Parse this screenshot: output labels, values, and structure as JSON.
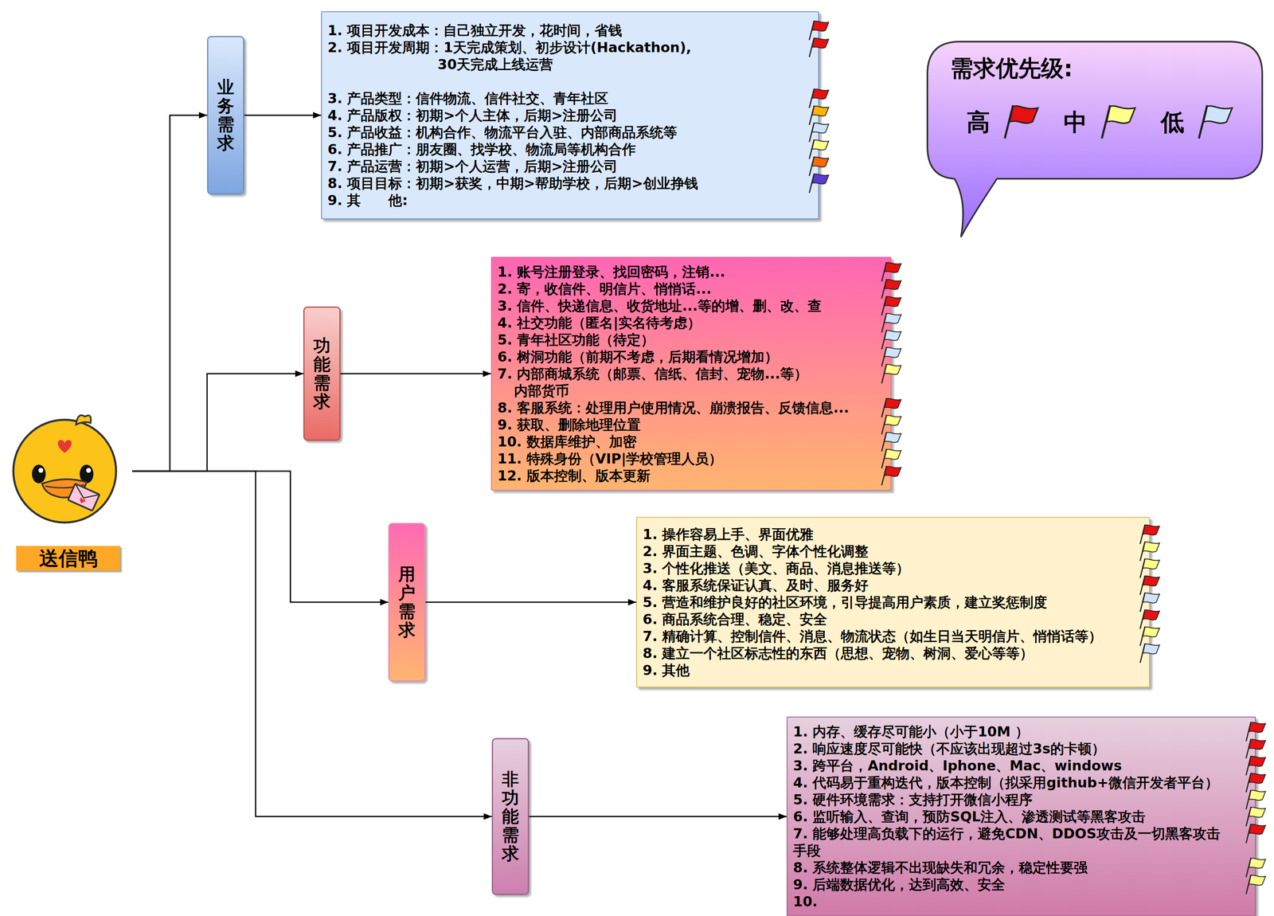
{
  "diagram": {
    "nodes": [
      {
        "text": [
          "送信鸭"
        ]
      },
      {
        "text": [
          "业务需求"
        ]
      },
      {
        "text": [
          "1. 项目开发成本：自己独立开发，花时间，省钱",
          "2. 项目开发周期：1天完成策划、初步设计(Hackathon), 30天完成上线运营",
          "3. 产品类型：信件物流、信件社交、青年社区",
          "4. 产品版权：初期>个人主体，后期>注册公司",
          "5. 产品收益：机构合作、物流平台入驻、内部商品系统等",
          "6. 产品推广：朋友圈、找学校、物流局等机构合作",
          "7. 产品运营：初期>个人运营，后期>注册公司",
          "8. 项目目标：初期>获奖，中期>帮助学校，后期>创业挣钱",
          "9. 其　　他:"
        ]
      },
      {
        "text": [
          "功能需求"
        ]
      },
      {
        "text": [
          "1. 账号注册登录、找回密码，注销...",
          "2. 寄，收信件、明信片、悄悄话...",
          "3. 信件、快递信息、收货地址...等的增、删、改、查",
          "4. 社交功能（匿名|实名待考虑）",
          "5. 青年社区功能（待定）",
          "6. 树洞功能（前期不考虑，后期看情况增加）",
          "7. 内部商城系统（邮票、信纸、信封、宠物...等） 内部货币",
          "8. 客服系统：处理用户使用情况、崩溃报告、反馈信息...",
          "9. 获取、删除地理位置",
          "10. 数据库维护、加密",
          "11. 特殊身份（VIP|学校管理人员）",
          "12. 版本控制、版本更新"
        ]
      },
      {
        "text": [
          "用户需求"
        ]
      },
      {
        "text": [
          "1. 操作容易上手、界面优雅",
          "2. 界面主题、色调、字体个性化调整",
          "3. 个性化推送（美文、商品、消息推送等）",
          "4. 客服系统保证认真、及时、服务好",
          "5. 营造和维护良好的社区环境，引导提高用户素质，建立奖惩制度",
          "6. 商品系统合理、稳定、安全",
          "7. 精确计算、控制信件、消息、物流状态（如生日当天明信片、悄悄话等）",
          "8. 建立一个社区标志性的东西（思想、宠物、树洞、爱心等等）",
          "9. 其他"
        ]
      },
      {
        "text": [
          "非功能需求"
        ]
      },
      {
        "text": [
          "1. 内存、缓存尽可能小（小于10M ）",
          "2. 响应速度尽可能快（不应该出现超过3s的卡顿）",
          "3. 跨平台，Android、Iphone、Mac、windows",
          "4. 代码易于重构迭代，版本控制（拟采用github+微信开发者平台）",
          "5. 硬件环境需求：支持打开微信小程序",
          "6. 监听输入、查询，预防SQL注入、渗透测试等黑客攻击",
          "7. 能够处理高负载下的运行，避免CDN、DDOS攻击及一切黑客攻击 手段",
          "8. 系统整体逻辑不出现缺失和冗余，稳定性要强",
          "9. 后端数据优化，达到高效、安全",
          "10."
        ]
      },
      {
        "text": [
          "需求优先级:"
        ]
      }
    ],
    "edges": [
      {
        "from": 0,
        "to": 1,
        "arrow": "to"
      },
      {
        "from": 0,
        "to": 3,
        "arrow": "to"
      },
      {
        "from": 0,
        "to": 5,
        "arrow": "to"
      },
      {
        "from": 0,
        "to": 7,
        "arrow": "to"
      },
      {
        "from": 1,
        "to": 2,
        "arrow": "to"
      },
      {
        "from": 3,
        "to": 4,
        "arrow": "to"
      },
      {
        "from": 5,
        "to": 6,
        "arrow": "to"
      },
      {
        "from": 7,
        "to": 8,
        "arrow": "to"
      }
    ],
    "legend": [
      {
        "text": "高",
        "color": "#e81010"
      },
      {
        "text": "中",
        "color": "#ffff88"
      },
      {
        "text": "低",
        "color": "#cfe4fb"
      }
    ]
  }
}
